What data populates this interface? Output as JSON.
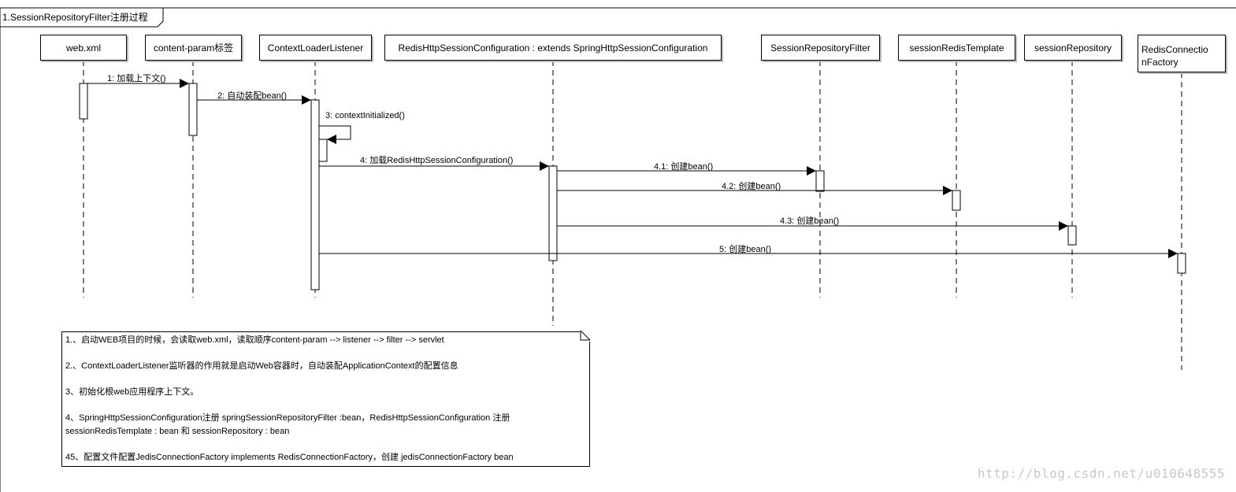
{
  "frame": {
    "title": "1.SessionRepositoryFilter注册过程"
  },
  "lifelines": [
    {
      "id": "webxml",
      "label": "web.xml"
    },
    {
      "id": "contentparam",
      "label": "content-param标签"
    },
    {
      "id": "ctxlistener",
      "label": "ContextLoaderListener"
    },
    {
      "id": "rediscfg",
      "label": "RedisHttpSessionConfiguration : extends SpringHttpSessionConfiguration"
    },
    {
      "id": "srfilter",
      "label": "SessionRepositoryFilter"
    },
    {
      "id": "redistemplate",
      "label": "sessionRedisTemplate"
    },
    {
      "id": "sessionrepo",
      "label": "sessionRepository"
    },
    {
      "id": "connfactory",
      "label": "RedisConnectionFactory",
      "label_line1": "RedisConnectio",
      "label_line2": "nFactory"
    }
  ],
  "messages": [
    {
      "id": "m1",
      "label": "1: 加载上下文()",
      "from": "webxml",
      "to": "contentparam"
    },
    {
      "id": "m2",
      "label": "2: 自动装配bean()",
      "from": "contentparam",
      "to": "ctxlistener"
    },
    {
      "id": "m3",
      "label": "3: contextInitialized()",
      "from": "ctxlistener",
      "to": "ctxlistener"
    },
    {
      "id": "m4",
      "label": "4: 加载RedisHttpSessionConfiguration()",
      "from": "ctxlistener",
      "to": "rediscfg"
    },
    {
      "id": "m41",
      "label": "4.1: 创建bean()",
      "from": "rediscfg",
      "to": "srfilter"
    },
    {
      "id": "m42",
      "label": "4.2: 创建bean()",
      "from": "rediscfg",
      "to": "redistemplate"
    },
    {
      "id": "m43",
      "label": "4.3: 创建bean()",
      "from": "rediscfg",
      "to": "sessionrepo"
    },
    {
      "id": "m5",
      "label": "5: 创建bean()",
      "from": "ctxlistener",
      "to": "connfactory"
    }
  ],
  "note": {
    "lines": [
      "1.、启动WEB项目的时候，会读取web.xml，读取顺序content-param --> listener --> filter --> servlet",
      "2.、ContextLoaderListener监听器的作用就是启动Web容器时，自动装配ApplicationContext的配置信息",
      "3、初始化根web应用程序上下文。",
      "4、SpringHttpSessionConfiguration注册 springSessionRepositoryFilter :bean，RedisHttpSessionConfiguration 注册 sessionRedisTemplate : bean  和 sessionRepository : bean",
      "45、配置文件配置JedisConnectionFactory implements RedisConnectionFactory，创建 jedisConnectionFactory bean"
    ]
  },
  "watermark": {
    "text": "http://blog.csdn.net/u010648555"
  }
}
